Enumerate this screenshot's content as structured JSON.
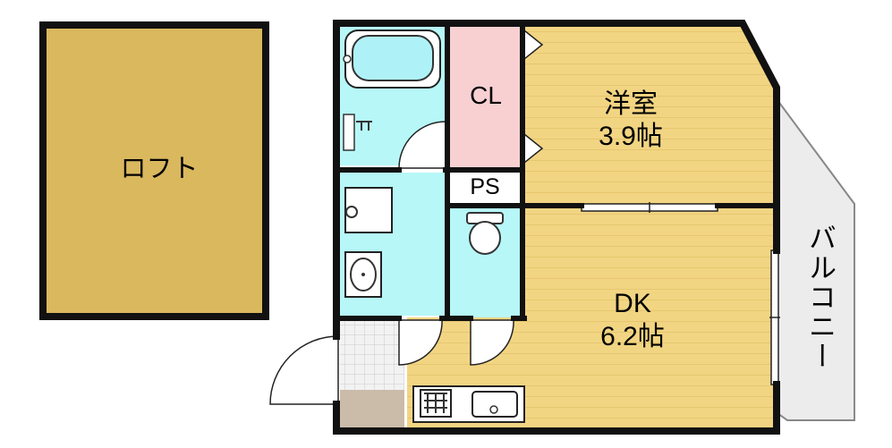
{
  "rooms": {
    "loft": "ロフト",
    "closet": "CL",
    "pipe_space": "PS",
    "western_room": {
      "name": "洋室",
      "size": "3.9帖"
    },
    "dining_kitchen": {
      "name": "DK",
      "size": "6.2帖"
    },
    "balcony": "バルコニー"
  },
  "colors": {
    "loft_floor": "#d9b85e",
    "wood_floor": "#f2d583",
    "wet_area": "#b7f7f8",
    "closet": "#f8d0d2",
    "balcony": "#ececec",
    "entrance": "#cbbba9",
    "wall": "#111111"
  }
}
